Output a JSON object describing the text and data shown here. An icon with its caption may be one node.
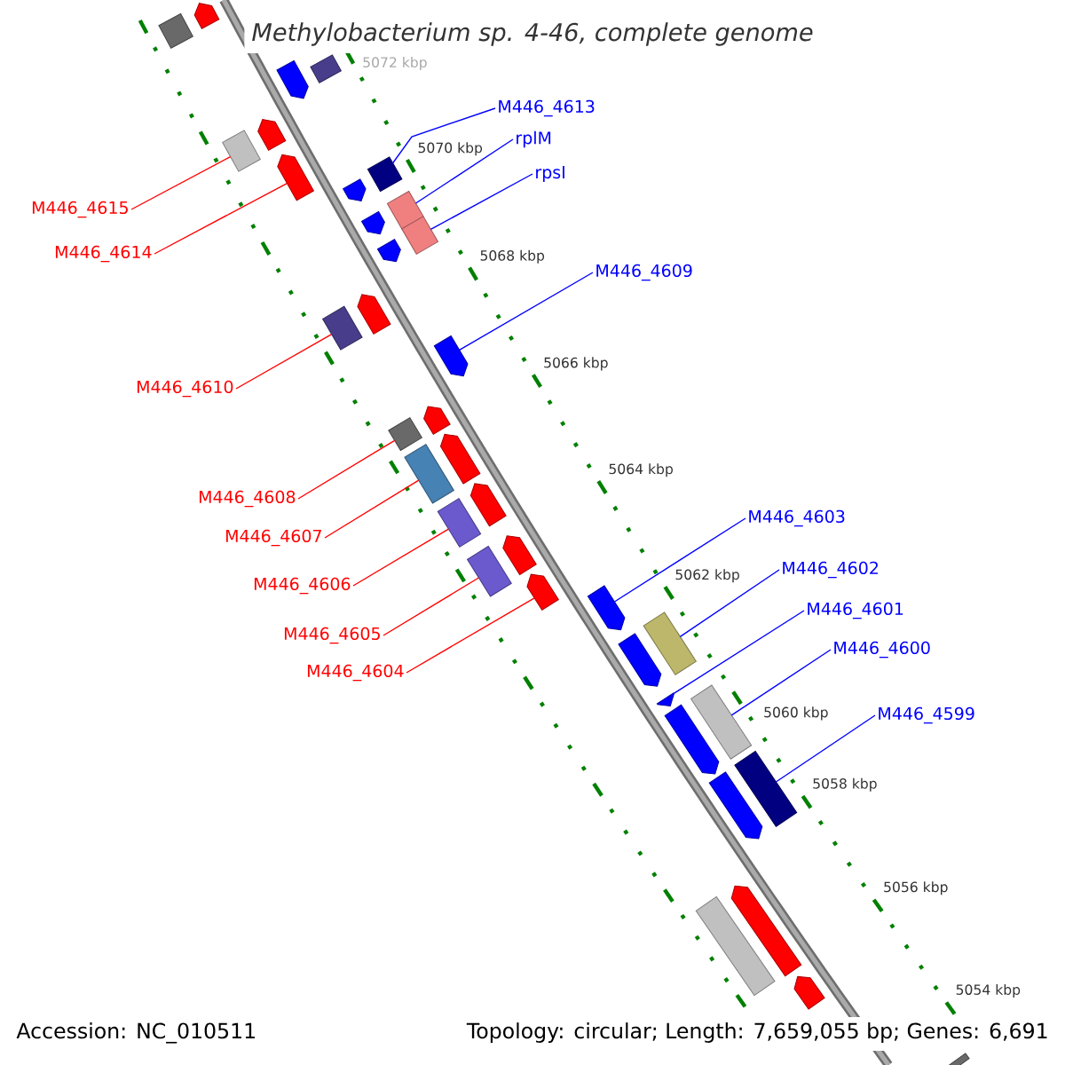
{
  "diagram": {
    "title": "Methylobacterium sp. 4-46, complete genome",
    "nodes": [
      {
        "text": [
          "M446_4613"
        ]
      },
      {
        "text": [
          "rplM"
        ]
      },
      {
        "text": [
          "rpsI"
        ]
      },
      {
        "text": [
          "M446_4615"
        ]
      },
      {
        "text": [
          "M446_4614"
        ]
      },
      {
        "text": [
          "M446_4609"
        ]
      },
      {
        "text": [
          "M446_4610"
        ]
      },
      {
        "text": [
          "M446_4608"
        ]
      },
      {
        "text": [
          "M446_4603"
        ]
      },
      {
        "text": [
          "M446_4607"
        ]
      },
      {
        "text": [
          "M446_4602"
        ]
      },
      {
        "text": [
          "M446_4606"
        ]
      },
      {
        "text": [
          "M446_4601"
        ]
      },
      {
        "text": [
          "M446_4605"
        ]
      },
      {
        "text": [
          "M446_4600"
        ]
      },
      {
        "text": [
          "M446_4604"
        ]
      },
      {
        "text": [
          "M446_4599"
        ]
      },
      {
        "text": [],
        "shape": "arrow"
      },
      {
        "text": [],
        "shape": "box"
      },
      {
        "text": [],
        "shape": "box"
      },
      {
        "text": [],
        "shape": "arrow"
      },
      {
        "text": [],
        "shape": "arrow"
      },
      {
        "text": [],
        "shape": "box"
      },
      {
        "text": [],
        "shape": "box"
      },
      {
        "text": [],
        "shape": "arrow"
      },
      {
        "text": [],
        "shape": "arrow"
      },
      {
        "text": [],
        "shape": "box"
      },
      {
        "text": [],
        "shape": "arrow"
      },
      {
        "text": [],
        "shape": "box"
      },
      {
        "text": [],
        "shape": "arrow"
      },
      {
        "text": [],
        "shape": "arrow"
      },
      {
        "text": [],
        "shape": "box"
      },
      {
        "text": [],
        "shape": "arrow"
      },
      {
        "text": [],
        "shape": "arrow"
      },
      {
        "text": [],
        "shape": "box"
      },
      {
        "text": [],
        "shape": "arrow"
      },
      {
        "text": [],
        "shape": "box"
      },
      {
        "text": [],
        "shape": "arrow"
      },
      {
        "text": [],
        "shape": "box"
      },
      {
        "text": [],
        "shape": "arrow"
      },
      {
        "text": [],
        "shape": "box"
      },
      {
        "text": [],
        "shape": "arrow"
      },
      {
        "text": [],
        "shape": "arrow"
      },
      {
        "text": [],
        "shape": "box"
      },
      {
        "text": [],
        "shape": "arrow"
      },
      {
        "text": [],
        "shape": "arrow"
      },
      {
        "text": [],
        "shape": "box"
      },
      {
        "text": [],
        "shape": "arrow"
      },
      {
        "text": [],
        "shape": "box"
      },
      {
        "text": [],
        "shape": "arrow"
      },
      {
        "text": [],
        "shape": "arrow"
      },
      {
        "text": [],
        "shape": "box"
      },
      {
        "text": [],
        "shape": "arrow"
      },
      {
        "text": [],
        "shape": "box"
      }
    ],
    "edges": [
      {
        "from": 0,
        "to": 23,
        "arrow": "none"
      },
      {
        "from": 1,
        "to": 26,
        "arrow": "none"
      },
      {
        "from": 2,
        "to": 28,
        "arrow": "none"
      },
      {
        "from": 3,
        "to": 22,
        "arrow": "none",
        "color": "#ff0000"
      },
      {
        "from": 4,
        "to": 24,
        "arrow": "none",
        "color": "#ff0000"
      },
      {
        "from": 5,
        "to": 32,
        "arrow": "none"
      },
      {
        "from": 6,
        "to": 31,
        "arrow": "none",
        "color": "#ff0000"
      },
      {
        "from": 7,
        "to": 34,
        "arrow": "none",
        "color": "#ff0000"
      },
      {
        "from": 8,
        "to": 42,
        "arrow": "none"
      },
      {
        "from": 9,
        "to": 36,
        "arrow": "none",
        "color": "#ff0000"
      },
      {
        "from": 10,
        "to": 43,
        "arrow": "none"
      },
      {
        "from": 11,
        "to": 38,
        "arrow": "none",
        "color": "#ff0000"
      },
      {
        "from": 12,
        "to": 45,
        "arrow": "none"
      },
      {
        "from": 13,
        "to": 40,
        "arrow": "none",
        "color": "#ff0000"
      },
      {
        "from": 14,
        "to": 46,
        "arrow": "none"
      },
      {
        "from": 15,
        "to": 41,
        "arrow": "none",
        "color": "#ff0000"
      },
      {
        "from": 16,
        "to": 48,
        "arrow": "none"
      }
    ],
    "labels": [
      "5072 kbp",
      "5070 kbp",
      "5068 kbp",
      "5066 kbp",
      "5064 kbp",
      "5062 kbp",
      "5060 kbp",
      "5058 kbp",
      "5056 kbp",
      "5054 kbp",
      "Accession: NC_010511",
      "Topology: circular; Length: 7,659,055 bp; Genes: 6,691"
    ]
  }
}
